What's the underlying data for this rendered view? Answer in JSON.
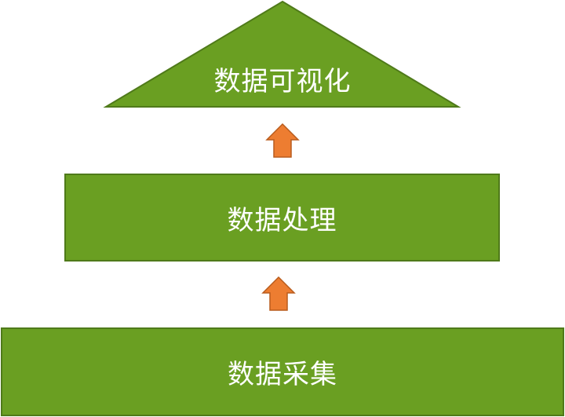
{
  "diagram": {
    "colors": {
      "fill": "#6a9f22",
      "border": "#4f7a1a",
      "arrow_fill": "#ed7d31",
      "arrow_border": "#b95c1d",
      "text": "#ffffff"
    },
    "layers": [
      {
        "label": "数据可视化"
      },
      {
        "label": "数据处理"
      },
      {
        "label": "数据采集"
      }
    ],
    "arrows": [
      {
        "icon": "up-arrow-icon"
      },
      {
        "icon": "up-arrow-icon"
      }
    ]
  }
}
